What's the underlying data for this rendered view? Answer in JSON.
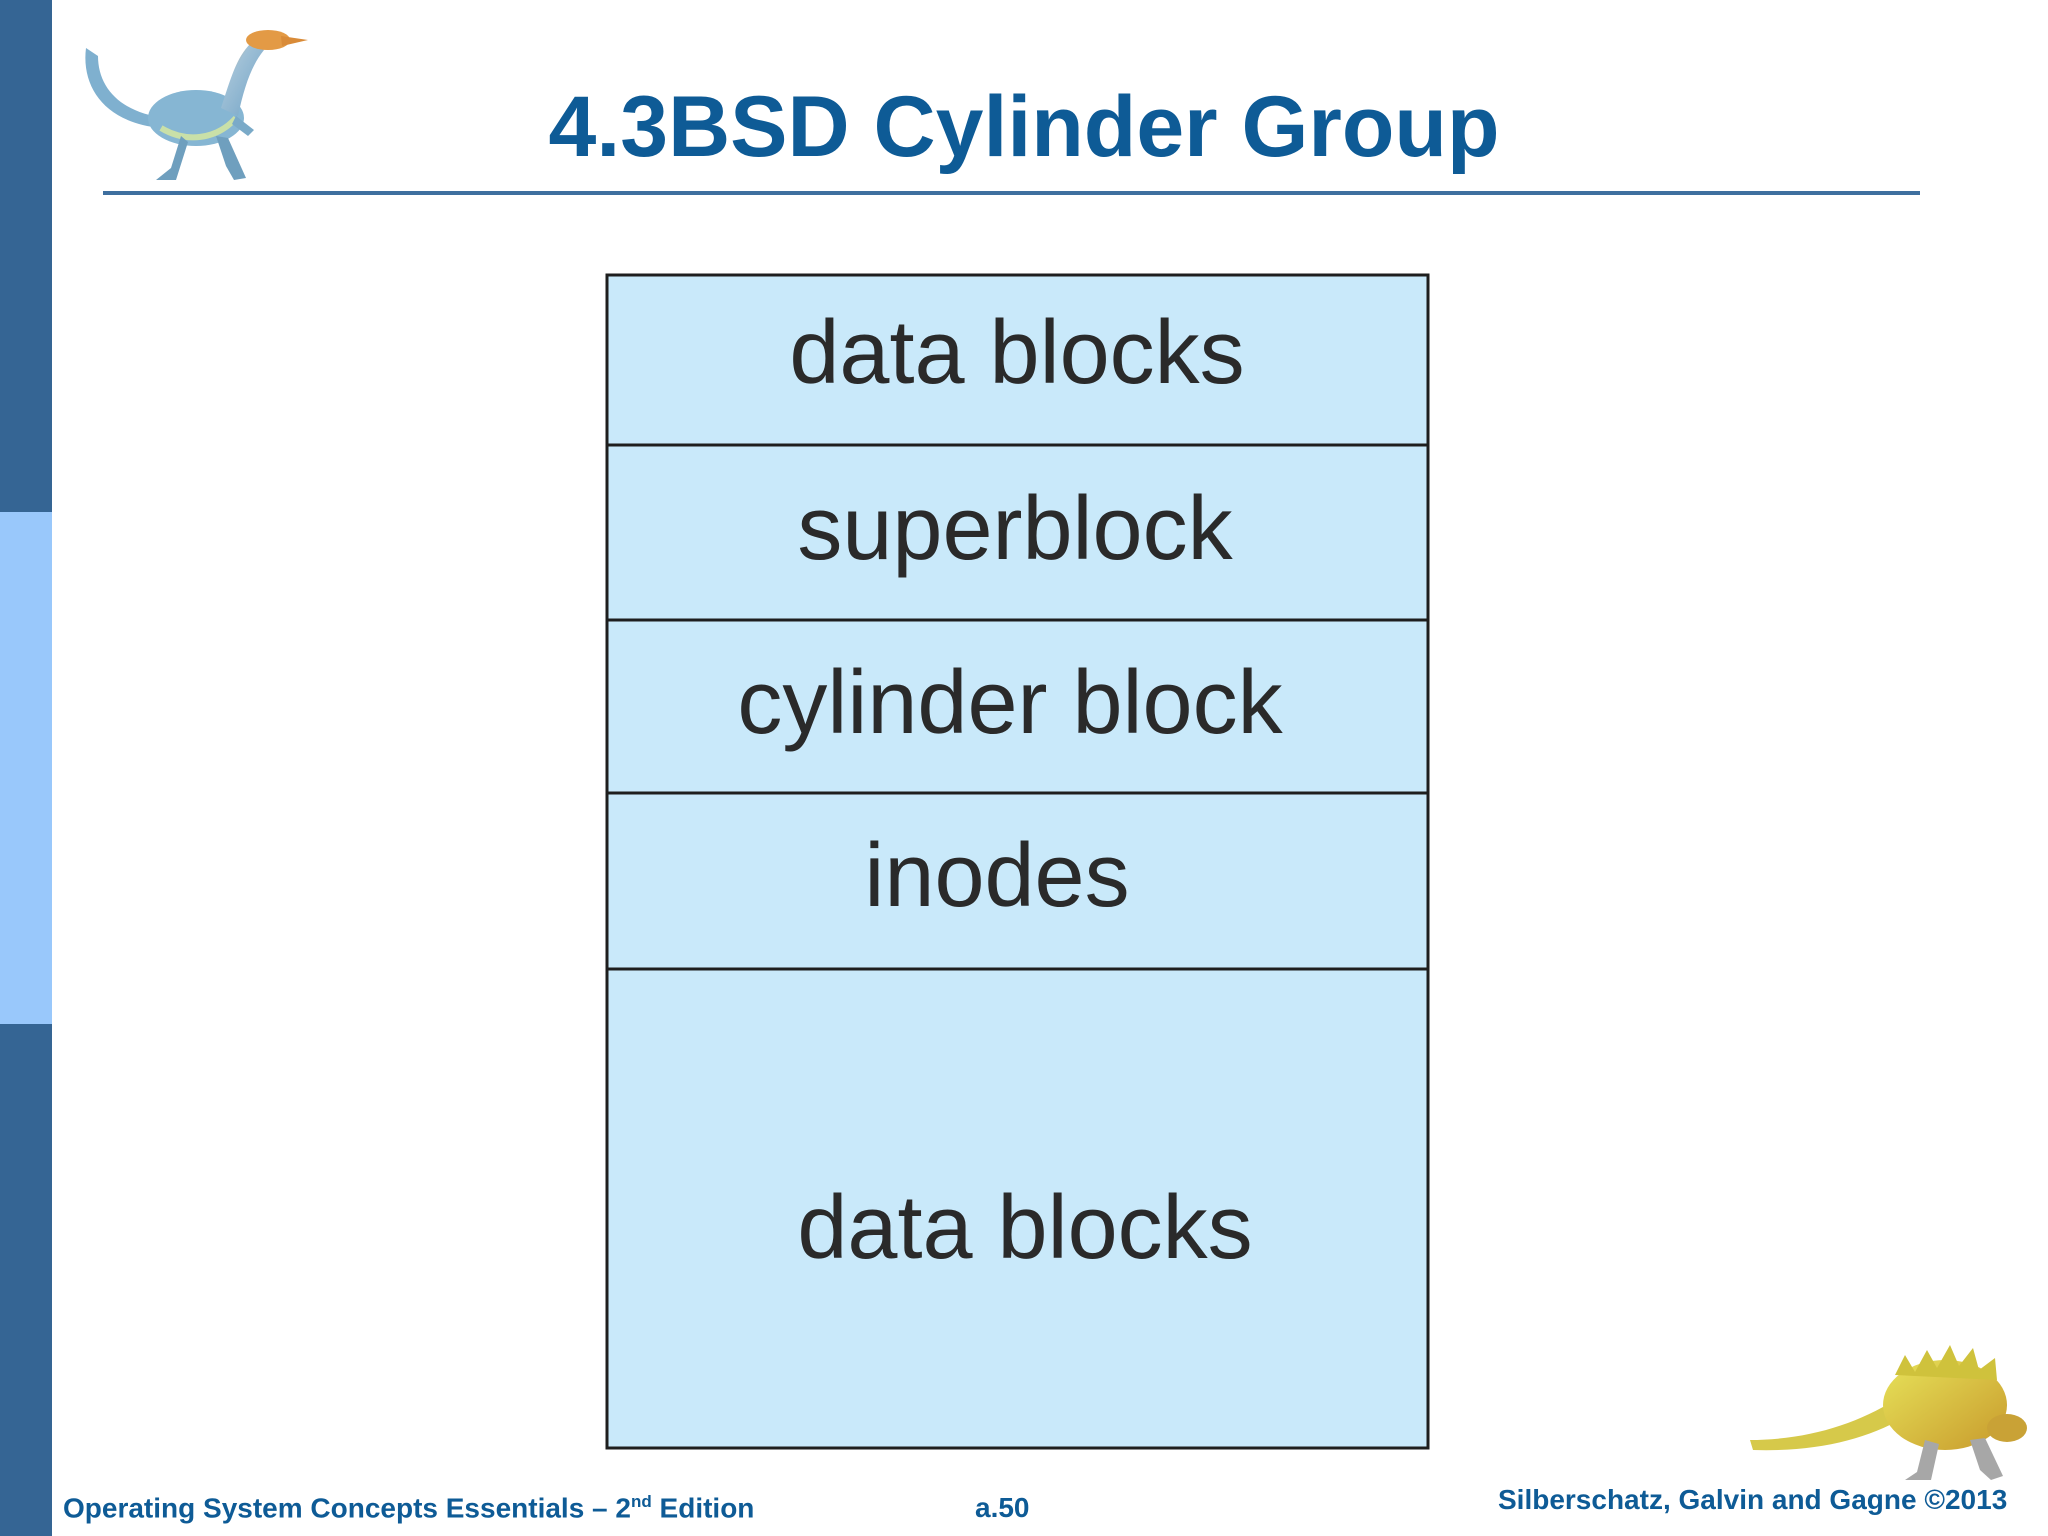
{
  "slide": {
    "title": "4.3BSD Cylinder Group",
    "colors": {
      "title": "#0e5b96",
      "rule": "#3e6f9f",
      "sidebar_dark": "#356594",
      "sidebar_light": "#99c8fb",
      "block_fill": "#c9e9fa",
      "block_border": "#1e1e1e",
      "footer": "#0e5b96"
    }
  },
  "layout_blocks": [
    {
      "label": "data blocks"
    },
    {
      "label": "superblock"
    },
    {
      "label": "cylinder block"
    },
    {
      "label": "inodes"
    },
    {
      "label": "data blocks"
    }
  ],
  "footer": {
    "left_prefix": "Operating System Concepts Essentials – 2",
    "left_sup": "nd",
    "left_suffix": " Edition",
    "center": "a.50",
    "right": "Silberschatz, Galvin and Gagne ©2013"
  },
  "icons": [
    "dinosaur-icon-top-left",
    "dinosaur-icon-bottom-right"
  ]
}
